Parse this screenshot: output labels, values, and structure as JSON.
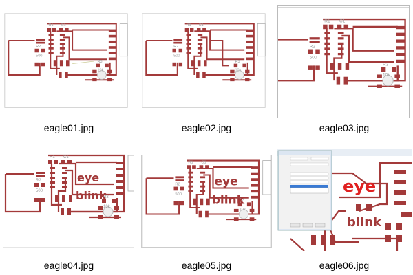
{
  "files": [
    {
      "name": "eagle01.jpg"
    },
    {
      "name": "eagle02.jpg"
    },
    {
      "name": "eagle03.jpg"
    },
    {
      "name": "eagle04.jpg"
    },
    {
      "name": "eagle05.jpg"
    },
    {
      "name": "eagle06.jpg"
    }
  ],
  "board_text": {
    "eye": "eye",
    "blink": "blink"
  },
  "colors": {
    "trace": "#a33a3a",
    "eye_red": "#e02020"
  }
}
